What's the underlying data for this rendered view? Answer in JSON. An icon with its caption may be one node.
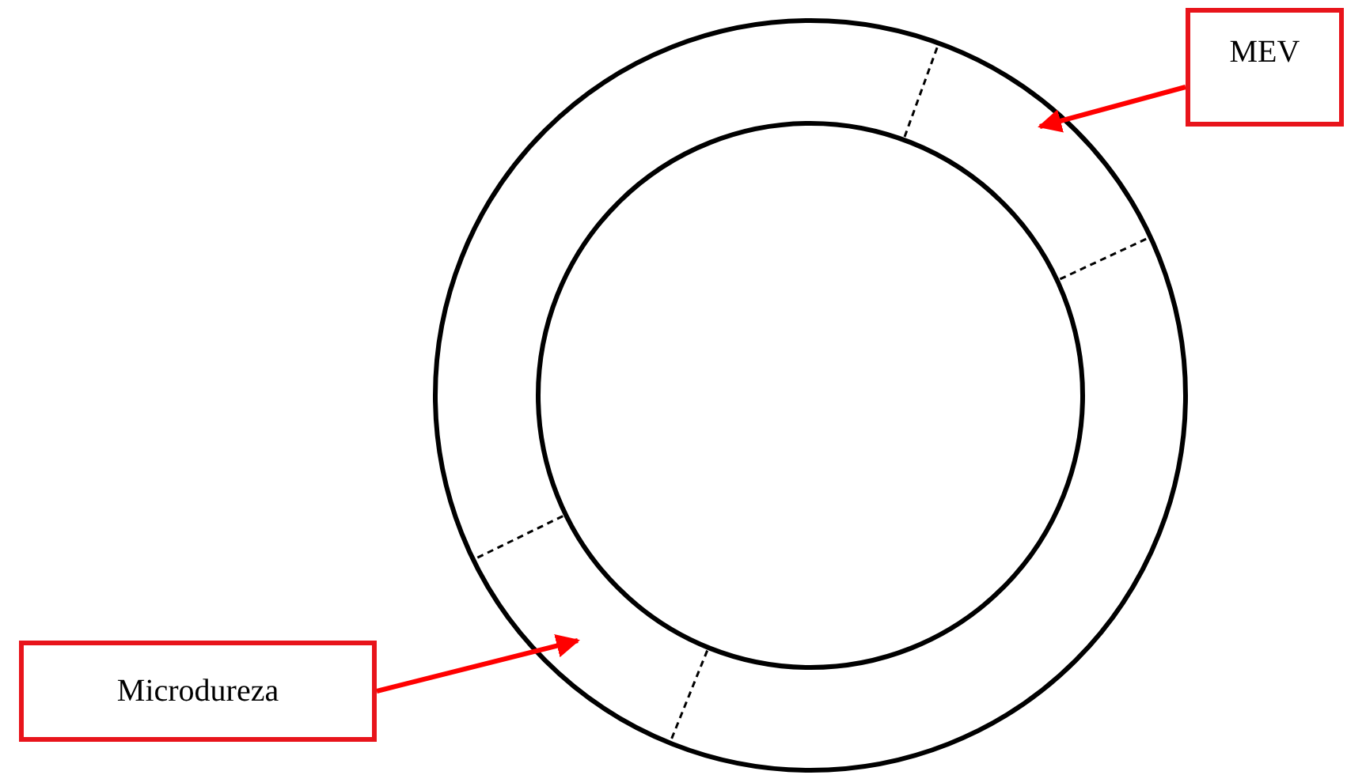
{
  "diagram": {
    "nodes": [
      {
        "text": [
          "MEV"
        ]
      },
      {
        "text": [
          "Microdureza"
        ]
      },
      {
        "text": [],
        "shape": "picture"
      },
      {
        "text": [],
        "shape": "picture"
      }
    ],
    "edges": [
      {
        "from": 0,
        "to": 2,
        "arrow": "to",
        "color": "#ff0000"
      },
      {
        "from": 1,
        "to": 3,
        "arrow": "to",
        "color": "#ff0000"
      }
    ]
  }
}
